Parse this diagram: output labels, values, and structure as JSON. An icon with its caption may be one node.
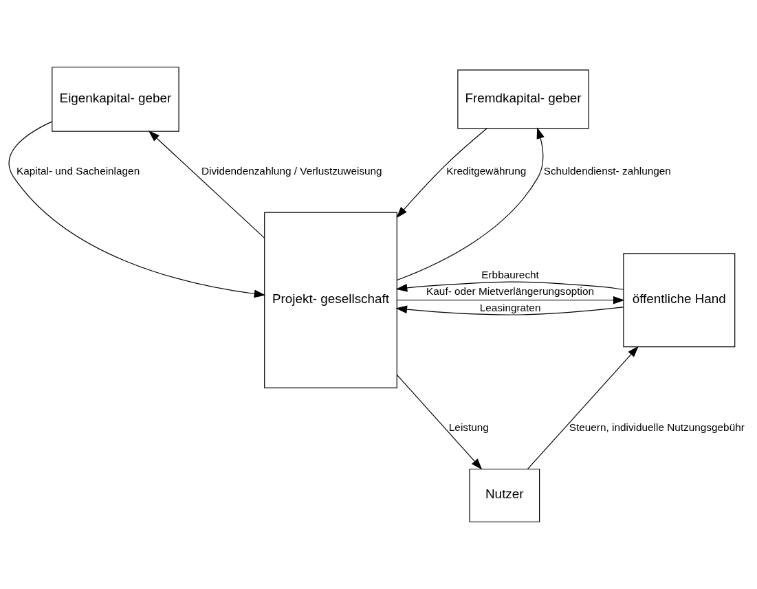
{
  "diagram": {
    "nodes": [
      {
        "text": [
          "Eigenkapital- geber"
        ]
      },
      {
        "text": [
          "Fremdkapital- geber"
        ]
      },
      {
        "text": [
          "öffentliche Hand"
        ]
      },
      {
        "text": [
          "Projekt- gesellschaft"
        ]
      },
      {
        "text": [
          "Nutzer"
        ]
      }
    ],
    "edges": [
      {
        "from": 0,
        "to": 3,
        "arrow": "to",
        "label": "Kapital- und Sacheinlagen"
      },
      {
        "from": 3,
        "to": 0,
        "arrow": "to",
        "label": "Dividendenzahlung / Verlustzuweisung"
      },
      {
        "from": 1,
        "to": 3,
        "arrow": "to",
        "label": "Kreditgewährung"
      },
      {
        "from": 3,
        "to": 1,
        "arrow": "to",
        "label": "Schuldendienst- zahlungen"
      },
      {
        "from": 2,
        "to": 3,
        "arrow": "to",
        "label": "Erbbaurecht"
      },
      {
        "from": 2,
        "to": 3,
        "arrow": "to",
        "label": "Leasingraten"
      },
      {
        "from": 3,
        "to": 2,
        "arrow": "to",
        "label": "Kauf- oder Mietverlängerungsoption"
      },
      {
        "from": 3,
        "to": 4,
        "arrow": "to",
        "label": "Leistung"
      },
      {
        "from": 4,
        "to": 2,
        "arrow": "to",
        "label": "Steuern, individuelle Nutzungsgebühr"
      }
    ]
  }
}
